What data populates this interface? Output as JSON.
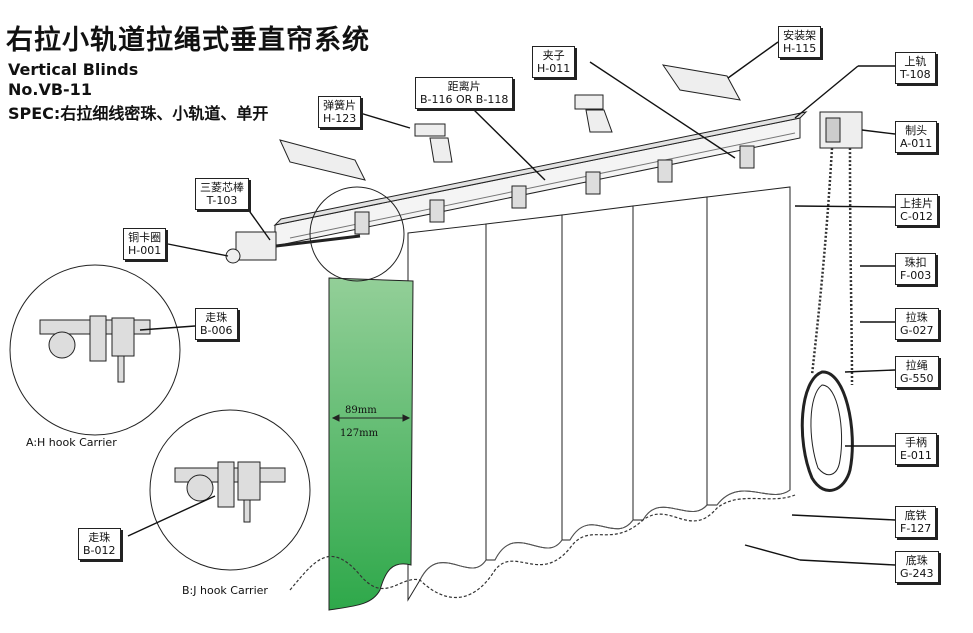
{
  "title": "右拉小轨道拉绳式垂直帘系统",
  "subtitle_en": "Vertical Blinds",
  "model": "No.VB-11",
  "spec": "SPEC:右拉细线密珠、小轨道、单开",
  "parts": {
    "mount_bracket": {
      "name": "安装架",
      "code": "H-115"
    },
    "head_rail": {
      "name": "上轨",
      "code": "T-108"
    },
    "clip": {
      "name": "夹子",
      "code": "H-011"
    },
    "spacer": {
      "name": "距离片",
      "code": "B-116 OR B-118"
    },
    "spring_plate": {
      "name": "弹簧片",
      "code": "H-123"
    },
    "control_head": {
      "name": "制头",
      "code": "A-011"
    },
    "tilt_rod": {
      "name": "三菱芯棒",
      "code": "T-103"
    },
    "copper_ring": {
      "name": "铜卡圈",
      "code": "H-001"
    },
    "hanger": {
      "name": "上挂片",
      "code": "C-012"
    },
    "bead_buckle": {
      "name": "珠扣",
      "code": "F-003"
    },
    "pull_bead": {
      "name": "拉珠",
      "code": "G-027"
    },
    "pull_cord": {
      "name": "拉绳",
      "code": "G-550"
    },
    "handle": {
      "name": "手柄",
      "code": "E-011"
    },
    "bottom_weight": {
      "name": "底铁",
      "code": "F-127"
    },
    "bottom_chain": {
      "name": "底珠",
      "code": "G-243"
    },
    "carrier_h": {
      "name": "走珠",
      "code": "B-006"
    },
    "carrier_j": {
      "name": "走珠",
      "code": "B-012"
    }
  },
  "captions": {
    "detail_a": "A:H hook Carrier",
    "detail_b": "B:J hook  Carrier"
  },
  "dimensions": {
    "width_a": "89mm",
    "width_b": "127mm"
  },
  "colors": {
    "highlight_slat_top": "#93cf98",
    "highlight_slat_bottom": "#2ea84a",
    "line": "#222222"
  }
}
